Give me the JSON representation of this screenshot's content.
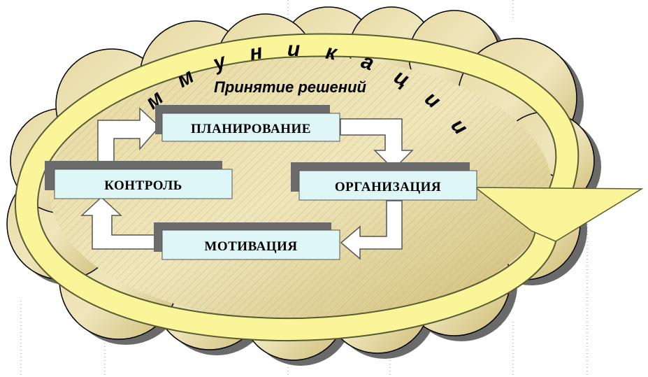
{
  "diagram": {
    "outer_label": "Коммуникации",
    "center_label": "Принятие решений",
    "boxes": {
      "planning": "ПЛАНИРОВАНИЕ",
      "organization": "ОРГАНИЗАЦИЯ",
      "motivation": "МОТИВАЦИЯ",
      "control": "КОНТРОЛЬ"
    }
  },
  "colors": {
    "cloud_fill": "#d8c98a",
    "cloud_stroke": "#000000",
    "ring_fill": "#fbf59a",
    "ring_stroke": "#5a5a32",
    "box_fill": "#dff6f6",
    "box_shadow": "#6b6b6b",
    "arrow_fill": "#ffffff"
  }
}
